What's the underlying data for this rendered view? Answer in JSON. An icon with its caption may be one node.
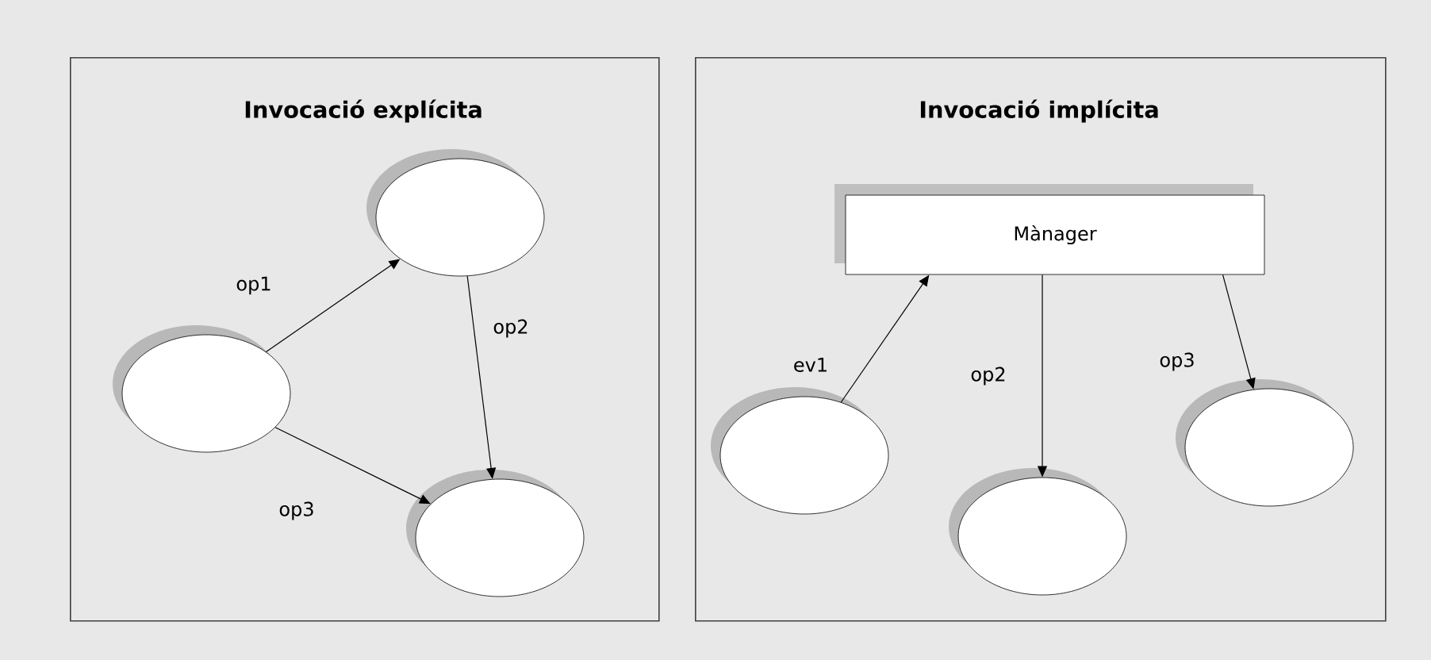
{
  "diagram": {
    "nodes": [
      {
        "text": [
          "Invocació explícita"
        ]
      },
      {
        "text": [],
        "shape": "circle",
        "in": 0
      },
      {
        "text": [],
        "shape": "circle",
        "in": 0
      },
      {
        "text": [],
        "shape": "circle",
        "in": 0
      },
      {
        "text": [
          "Invocació implícita"
        ]
      },
      {
        "text": [
          "Mànager"
        ],
        "in": 4
      },
      {
        "text": [],
        "shape": "circle",
        "in": 4
      },
      {
        "text": [],
        "shape": "circle",
        "in": 4
      },
      {
        "text": [],
        "shape": "circle",
        "in": 4
      }
    ],
    "edges": [
      {
        "from": 2,
        "to": 1,
        "arrow": "to",
        "label": "op1"
      },
      {
        "from": 1,
        "to": 3,
        "arrow": "to",
        "label": "op2"
      },
      {
        "from": 2,
        "to": 3,
        "arrow": "to",
        "label": "op3"
      },
      {
        "from": 6,
        "to": 5,
        "arrow": "to",
        "label": "ev1"
      },
      {
        "from": 5,
        "to": 7,
        "arrow": "to",
        "label": "op2"
      },
      {
        "from": 5,
        "to": 8,
        "arrow": "to",
        "label": "op3"
      }
    ]
  }
}
